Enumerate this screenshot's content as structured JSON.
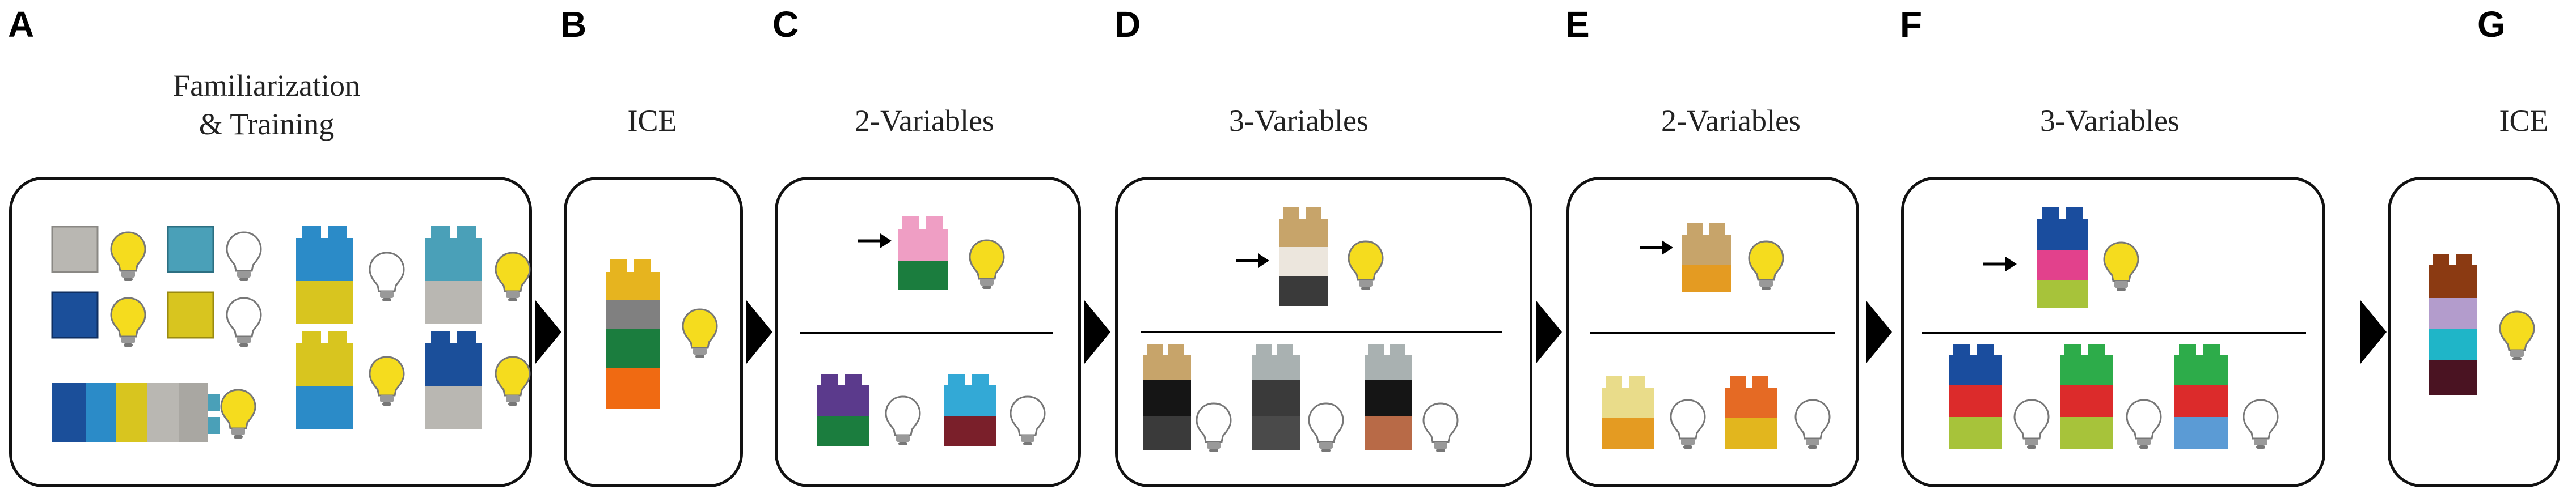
{
  "panels": [
    {
      "letter": "A",
      "title_line1": "Familiarization",
      "title_line2": "& Training"
    },
    {
      "letter": "B",
      "title_line1": "ICE"
    },
    {
      "letter": "C",
      "title_line1": "2-Variables"
    },
    {
      "letter": "D",
      "title_line1": "3-Variables"
    },
    {
      "letter": "E",
      "title_line1": "2-Variables"
    },
    {
      "letter": "F",
      "title_line1": "3-Variables"
    },
    {
      "letter": "G",
      "title_line1": "ICE"
    }
  ],
  "colors": {
    "bulb_on": "#f5dc1e",
    "bulb_off": "#ffffff",
    "outline": "#111111",
    "gray_block": "#b9b7b2",
    "blue_block": "#2b8bc8",
    "dark_blue_block": "#1b4f9a",
    "yellow_block": "#d8c51f",
    "green_block": "#1b7d3e",
    "orange_block": "#f06a12",
    "pink_block": "#ef9ec4",
    "purple_block": "#5b3a8c",
    "red_block": "#dc2b2b",
    "lime_block": "#a7c33a",
    "tan_block": "#c7a46a",
    "brown_block": "#8b3a12"
  },
  "icons": [
    "lightbulb-on-icon",
    "lightbulb-off-icon",
    "arrow-icon",
    "triangle-next-icon"
  ]
}
